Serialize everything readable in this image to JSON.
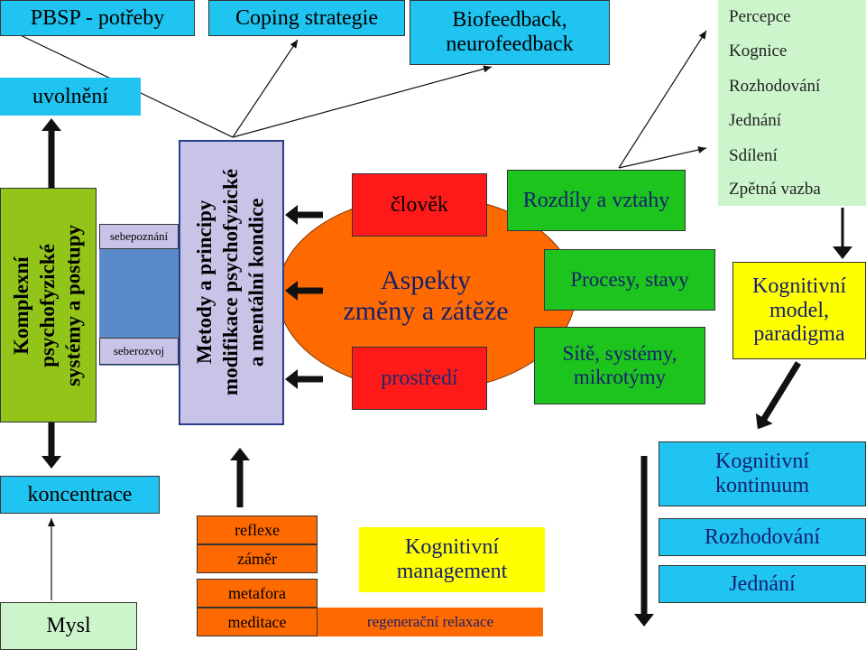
{
  "colors": {
    "cyan": "#1fc4f1",
    "green": "#1ec41e",
    "red": "#ff1a1a",
    "orange": "#ff6a00",
    "olive": "#92c41a",
    "blue_gray": "#5b8ac8",
    "lavender": "#c8c4e8",
    "yellow": "#ffff00",
    "light_green": "#ccf5cc",
    "gray": "#aaaaaa"
  },
  "top": {
    "pbsp": "PBSP - potřeby",
    "coping": "Coping strategie",
    "biofeedback": [
      "Biofeedback,",
      "neurofeedback"
    ]
  },
  "left": {
    "uvolneni": "uvolnění",
    "komplexni": [
      "Komplexní",
      "psychofyzické",
      "systémy a postupy"
    ],
    "sebepoznani": "sebepoznání",
    "seberozvoj": "seberozvoj",
    "koncentrace": "koncentrace",
    "mysl": "Mysl"
  },
  "metody": [
    "Metody a principy",
    "modifikace psychofyzické",
    "a mentální kondice"
  ],
  "center": {
    "clovek": "člověk",
    "aspekty": [
      "Aspekty",
      "změny a zátěže"
    ],
    "prostredi": "prostředí"
  },
  "right_boxes": {
    "rozdily": "Rozdíly a vztahy",
    "procesy": "Procesy, stavy",
    "site": [
      "Sítě, systémy,",
      "mikrotýmy"
    ]
  },
  "list": [
    "Percepce",
    "Kognice",
    "Rozhodování",
    "Jednání",
    "Sdílení",
    "Zpětná vazba"
  ],
  "model": [
    "Kognitivní",
    "model,",
    "paradigma"
  ],
  "kontinuum": [
    "Kognitivní",
    "kontinuum"
  ],
  "rozhodovani": "Rozhodování",
  "jednani": "Jednání",
  "techniques": [
    "reflexe",
    "záměr",
    "metafora",
    "meditace"
  ],
  "management": [
    "Kognitivní",
    "management"
  ],
  "regeneracni": "regenerační relaxace"
}
